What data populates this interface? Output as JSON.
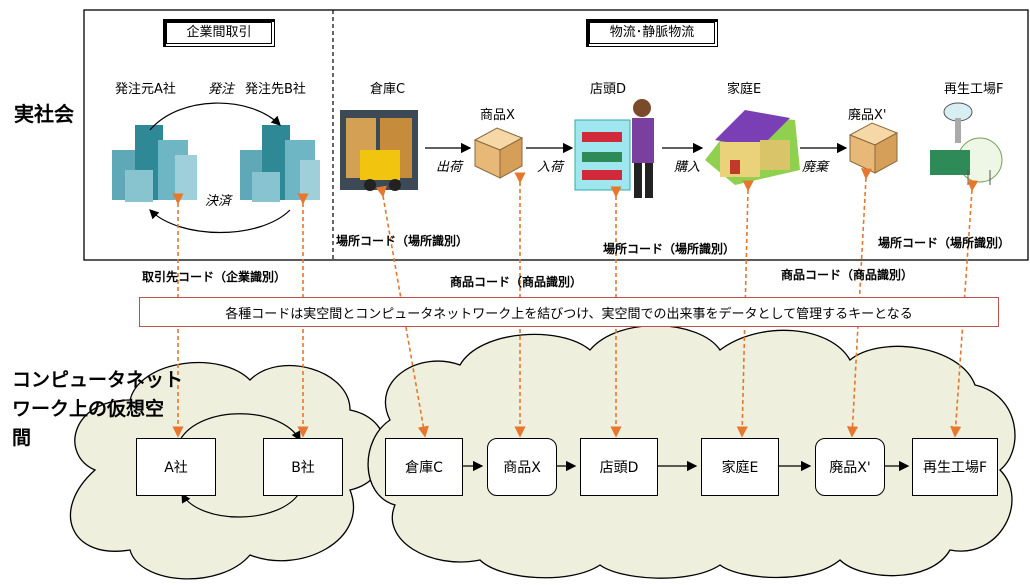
{
  "side": {
    "real": "実社会",
    "virtual_line1": "コンピュータネット",
    "virtual_line2": "ワーク上の仮想空",
    "virtual_line3": "間"
  },
  "sections": {
    "corporate": "企業間取引",
    "logistics": "物流･静脈物流"
  },
  "real_world": {
    "orderer": "発注元A社",
    "order": "発注",
    "supplier": "発注先B社",
    "settlement": "決済",
    "warehouse": "倉庫C",
    "product_x": "商品X",
    "shop": "店頭D",
    "home": "家庭E",
    "waste": "廃品X'",
    "recycle": "再生工場F",
    "ship": "出荷",
    "receive": "入荷",
    "buy": "購入",
    "dispose": "廃棄"
  },
  "codes": {
    "location1": "場所コード（場所識別）",
    "location2": "場所コード（場所識別）",
    "location3": "場所コード（場所識別）",
    "partner": "取引先コード（企業識別）",
    "product1": "商品コード（商品識別）",
    "product2": "商品コード（商品識別）"
  },
  "note": "各種コードは実空間とコンピュータネットワーク上を結びつけ、実空間での出来事をデータとして管理するキーとなる",
  "virtual_nodes": {
    "a": "A社",
    "b": "B社",
    "c": "倉庫C",
    "x": "商品X",
    "d": "店頭D",
    "e": "家庭E",
    "w": "廃品X'",
    "f": "再生工場F"
  },
  "colors": {
    "dashed_arrow": "#e8772e",
    "cloud_fill": "#eeefdc",
    "note_border": "#c0504d"
  }
}
